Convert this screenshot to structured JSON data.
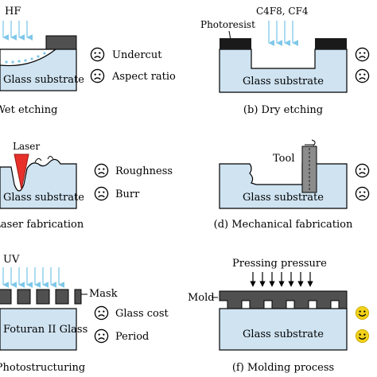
{
  "panels": {
    "a": {
      "chemical": "HF",
      "substrate": "Glass substrate",
      "caption": "(a) Wet etching",
      "cons": [
        "Undercut",
        "Aspect ratio"
      ]
    },
    "b": {
      "chemical": "C4F8, CF4",
      "resist": "Photoresist",
      "substrate": "Glass substrate",
      "caption": "(b) Dry etching"
    },
    "c": {
      "tool": "Laser",
      "substrate": "Glass substrate",
      "caption": "(c) Laser fabrication",
      "cons": [
        "Roughness",
        "Burr"
      ]
    },
    "d": {
      "tool": "Tool",
      "substrate": "Glass substrate",
      "caption": "(d) Mechanical fabrication"
    },
    "e": {
      "source": "UV",
      "mask": "Mask",
      "substrate": "Foturan II Glass",
      "caption": "(e) Photostructuring",
      "cons": [
        "Glass cost",
        "Period"
      ]
    },
    "f": {
      "force": "Pressing pressure",
      "mold": "Mold",
      "substrate": "Glass substrate",
      "caption": "(f) Molding process"
    }
  },
  "colors": {
    "substrate_fill": "#cfe3f1",
    "mask_fill": "#505050",
    "resist_fill": "#1a1a1a",
    "arrow_blue": "#7fc8e8",
    "smiley_yellow": "#f2d21a"
  },
  "icons": {
    "bad": "sad-face-icon",
    "good": "happy-face-icon"
  }
}
